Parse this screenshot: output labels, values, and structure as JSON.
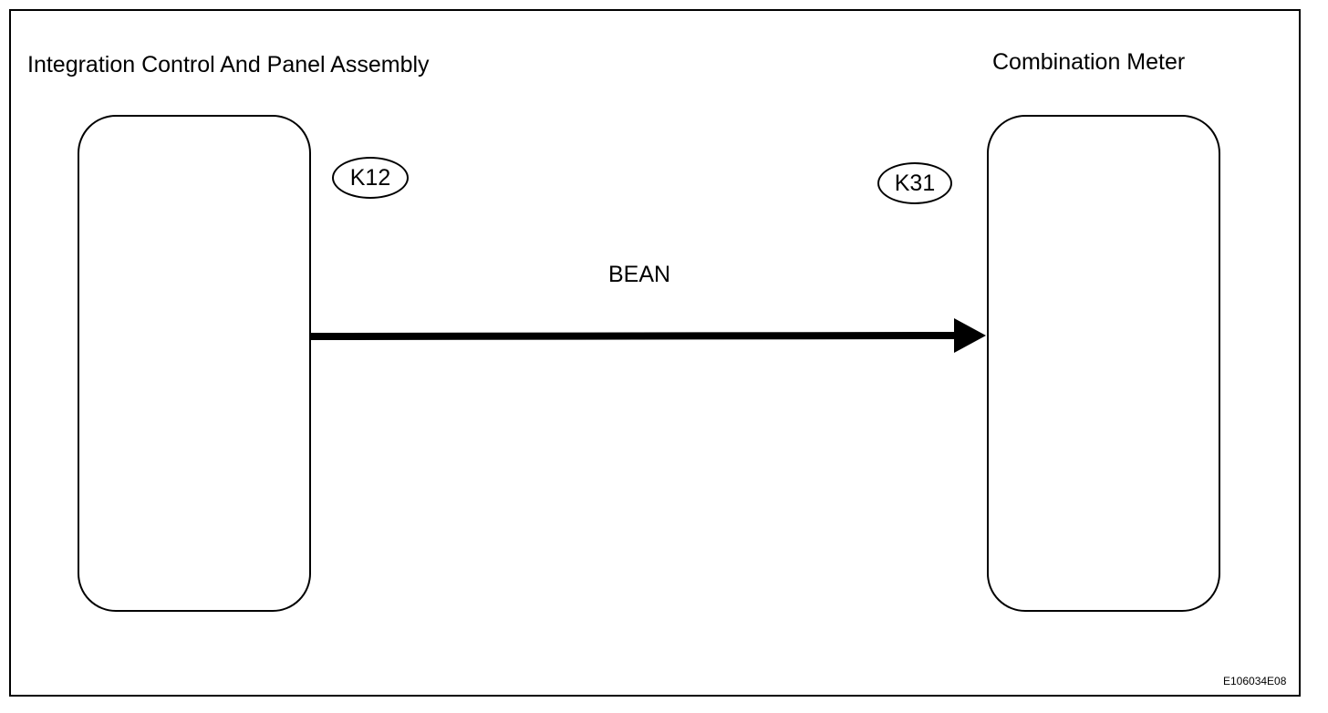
{
  "diagram": {
    "left_module": {
      "title": "Integration Control And Panel Assembly",
      "connector": "K12"
    },
    "right_module": {
      "title": "Combination Meter",
      "connector": "K31"
    },
    "link": {
      "label": "BEAN",
      "direction": "left-to-right"
    },
    "figure_code": "E106034E08",
    "colors": {
      "line": "#000000",
      "background": "#ffffff"
    }
  }
}
